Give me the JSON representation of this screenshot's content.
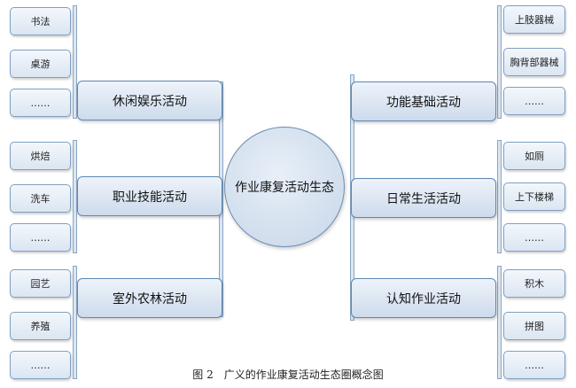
{
  "center": {
    "label": "作业康复活动生态"
  },
  "left_groups": [
    {
      "label": "休闲娱乐活动",
      "items": [
        "书法",
        "桌游",
        "……"
      ]
    },
    {
      "label": "职业技能活动",
      "items": [
        "烘焙",
        "洗车",
        "……"
      ]
    },
    {
      "label": "室外农林活动",
      "items": [
        "园艺",
        "养殖",
        "……"
      ]
    }
  ],
  "right_groups": [
    {
      "label": "功能基础活动",
      "items": [
        "上肢器械",
        "胸背部器械",
        "……"
      ]
    },
    {
      "label": "日常生活活动",
      "items": [
        "如厕",
        "上下楼梯",
        "……"
      ]
    },
    {
      "label": "认知作业活动",
      "items": [
        "积木",
        "拼图",
        "……"
      ]
    }
  ],
  "caption": "图 2　广义的作业康复活动生态圈概念图",
  "colors": {
    "box_border": "#7f9fc0",
    "box_fill": "#dbe6f2",
    "hub_fill": "#c7d6e8"
  }
}
